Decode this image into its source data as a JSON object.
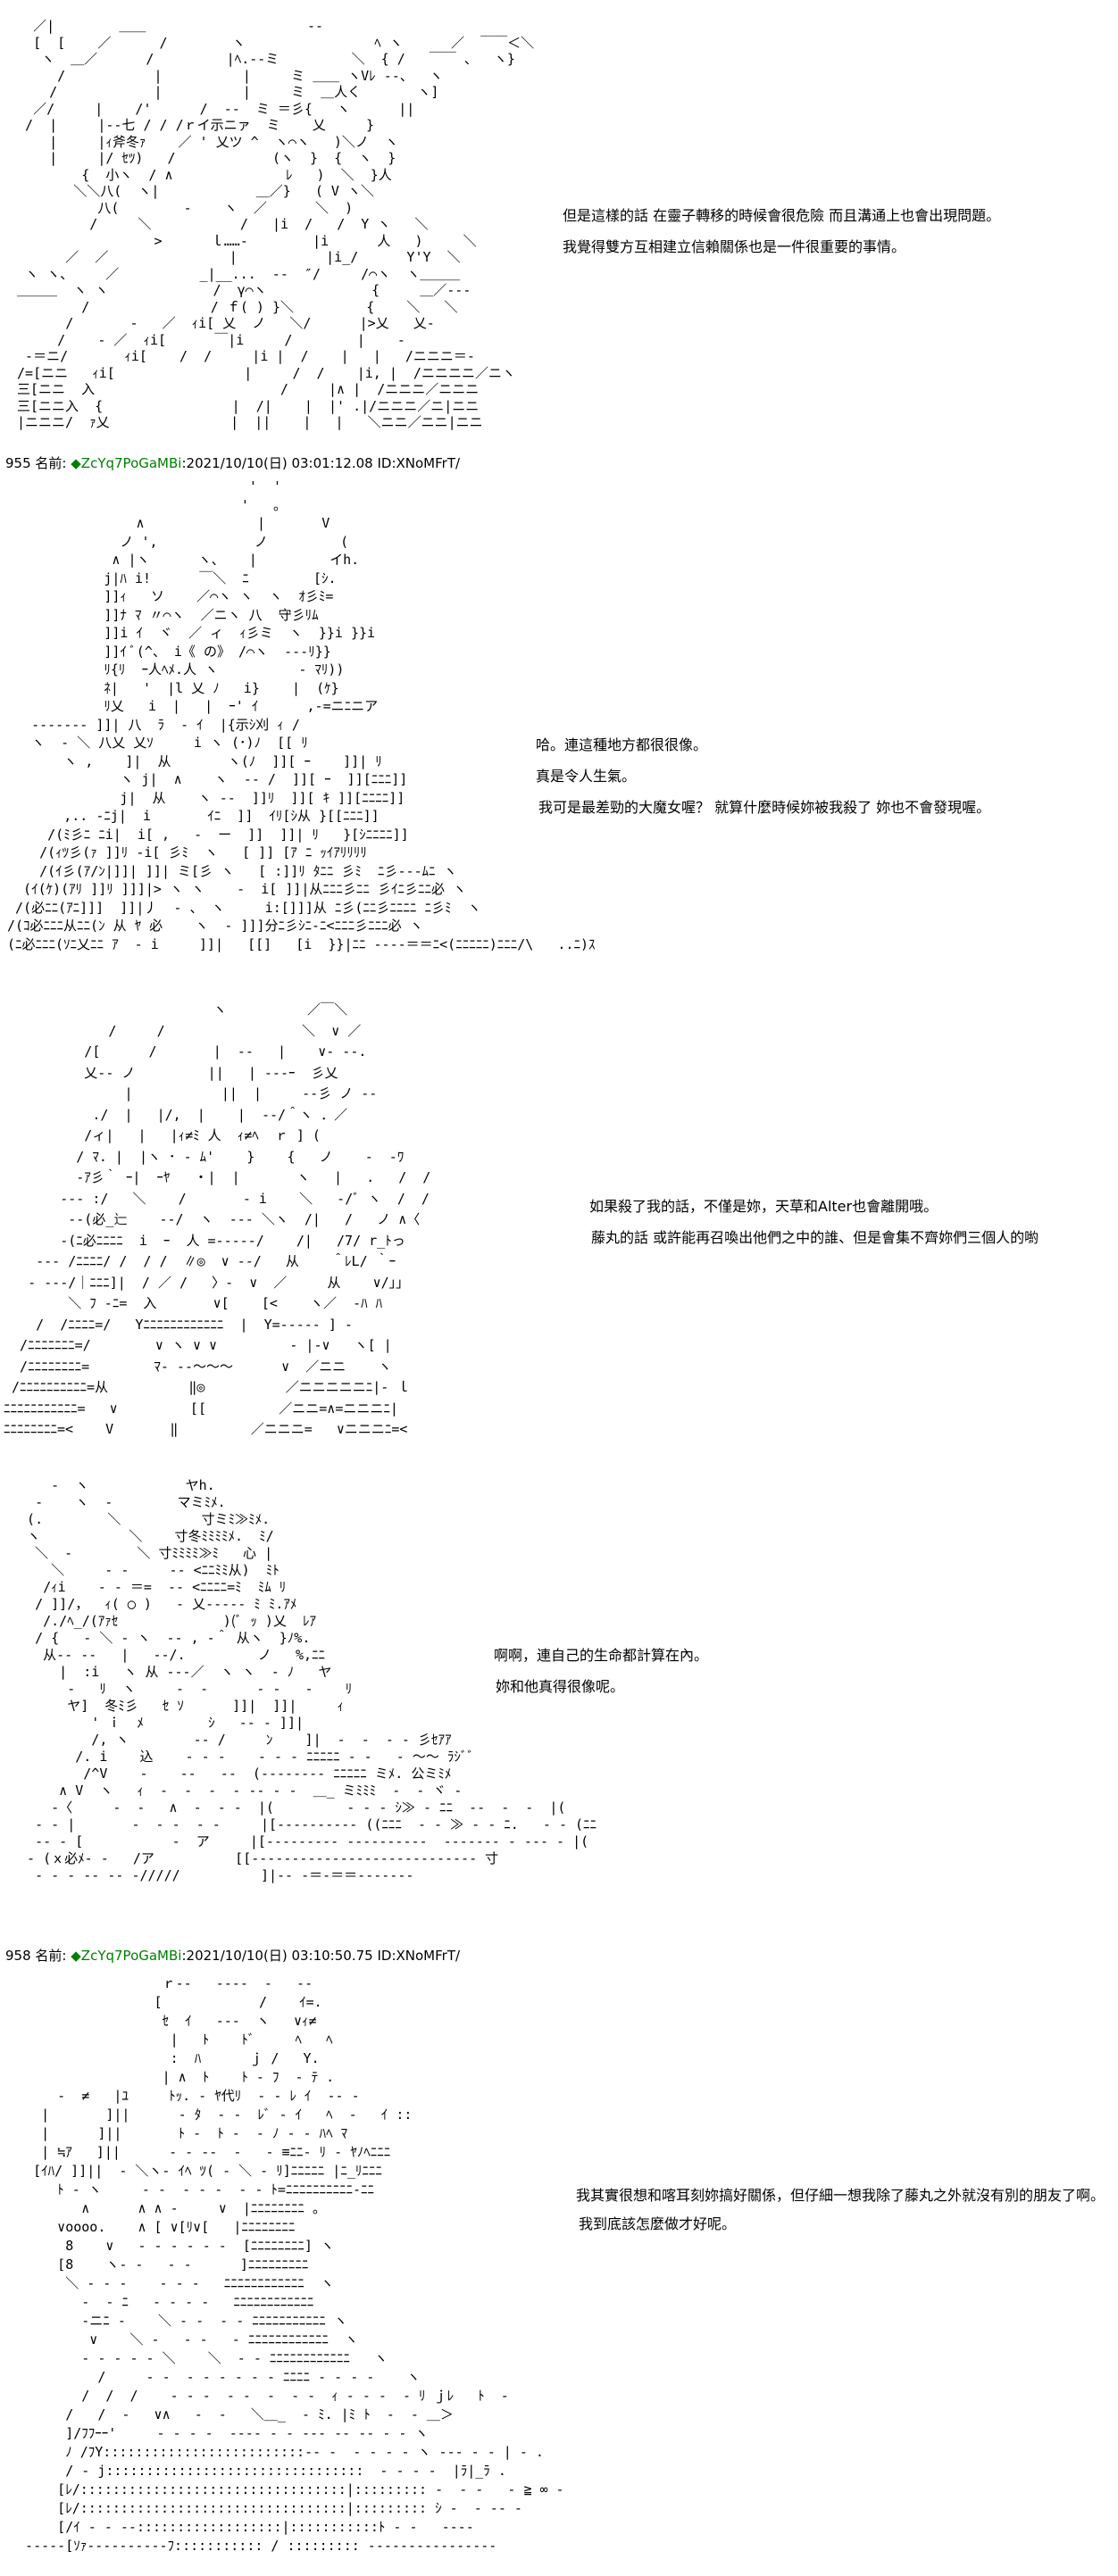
{
  "posts": [
    {
      "art": [
        "   ／|        ＿＿                    ‐‐",
        "   [  [    ／      /        ヽ                ﾍ ヽ      ／  ￣￣＜＼",
        "    ヽ  ＿／      /         |ﾍ.‐‐ミ         ＼  { /   ￣￣ 、  ヽ}",
        "      /           |          |     ミ ＿＿ ヽVﾚ ‐‐、  ヽ",
        "     /            |          |     ミ  ＿人く       ヽ]",
        "   ／/     |    /'      /  ‐‐  ミ ＝彡{   ヽ      ||",
        "  /  |     |‐‐七 / / /ｒイ示ニァ  ミ    乂     }",
        "     |     |ｨ斧冬ｧ    ／ ' 乂ツ ^  ヽ⌒ヽ   )＼ノ  ヽ",
        "     |     |/ ｾﾂ)   /            (ヽ  }  {  ヽ  }",
        "         {  小ヽ  / ∧              ﾚ   )  ＼  }人",
        "        ＼＼八(  ヽ|            ＿／}   ( V ヽ＼",
        "           八(        -    ヽ  ／      ＼  )",
        "          /     ＼           /   |i  /   /  Y ヽ   ＼",
        "                  >      ｌ……-        |i      人   )     ＼",
        "       ／  ／               |           |i_/      Y'Y  ＼",
        "  ヽ ヽ、    ／          _|__...  ‐‐  ″/     /⌒ヽ  ヽ＿＿＿",
        " ＿＿＿  ヽ ヽ             /  γ⌒ヽ             {     ＿／‐‐‐",
        "         /               / ｆ( ) }＼         {    ＼   ＼",
        "       /       ‐   ／  ｨi[ 乂  ノ   ＼/      |>乂   乂‐",
        "      /    ‐ ／  ｨi[      ￣|i     /        |    ‐",
        "  ‐＝ニ/       ｨi[    /  /     |i |  /    |   |   /ニニニ＝‐",
        " /=[ニニ   ｨi[                |     /  /    |i, |  /ニニニニ／ニヽ",
        " 三[ニニ  入                       /     |∧ |  /ニニニ／ニニニ",
        " 三[ニニ入  {                |  /|    |  |' .|/ニニニ／ニ|ニニ",
        " |ニニニ/  ｧ乂               |  ||    |   |   ＼ニニ／ニニ|ニニ"
      ],
      "lines": [
        "但是這樣的話 在靈子轉移的時候會很危險 而且溝通上也會出現問題。",
        "我覺得雙方互相建立信賴關係也是一件很重要的事情。"
      ]
    },
    {
      "header": {
        "number": "955",
        "name_label": "名前:",
        "trip": "◆ZcYq7PoGaMBi",
        "datetime": ":2021/10/10(日) 03:01:12.08",
        "id": "ID:XNoMFrT/"
      },
      "art": [
        "                              '  '",
        "                             '   。",
        "                ∧              |       V",
        "              ノ ',            ノ         (",
        "             ∧ |ヽ      ヽ、   |         イh.",
        "            j|ﾊ i!      ￣＼  ﾆ        [ｼ.",
        "            ]]ｨ   ソ    ／⌒ヽ ヽ  ヽ  ｵ彡ﾐ=",
        "            ]]ﾅ ﾏ 〃⌒ヽ  ／ニヽ 八  守彡ﾘﾑ",
        "            ]]i ｲ  ヾ  ／ ィ  ｨ彡ミ  ヽ  }}i }}i",
        "            ]]ｲ ﾞ(^、 i《 の》 /⌒ヽ  ‐‐‐ﾘ}}",
        "            ﾘ{ﾘ  ｰ人ﾍﾒ.人 ヽ          ‐ ﾏﾘ))",
        "            ﾈ|   '  |l 乂 ﾉ   i}    |  (ｹ}",
        "            ﾘ乂   i  |   |  ｰ' ｲ      ,‐=ニﾆニア",
        "   ‐‐‐‐‐‐‐ ]]| 八  ﾗ  ‐ ｲ  |{示ｼ刈 ｨ /",
        "   ヽ  ‐ ＼ 八乂 乂ｿ     i ヽ (･)ﾉ  [[ ﾘ",
        "       ヽ ,    ]|  从       ヽ(ﾉ  ]][ ｰ    ]]| ﾘ",
        "              ヽ j|  ∧    ヽ  ‐‐ /  ]][ ｰ  ]][ﾆﾆﾆ]]",
        "              j|  从    ヽ ‐‐  ]]ﾘ  ]][ ｷ ]][ﾆﾆﾆﾆ]]",
        "       ,.. ‐ﾆj|  i       ｲﾆ  ]]  ｲﾘ[ｼ从 }[[ﾆﾆﾆ]]",
        "     /(ﾐ彡ﾆ ﾆi|  i[ ,   ‐  ー  ]]  ]]| ﾘ   }[ｼﾆﾆﾆﾆ]]",
        "    /(ｨﾂ彡(ｧ ]]ﾘ ‐i[ 彡ﾐ  ヽ   [ ]] [ｱ ﾆ ｯｲｱﾘﾘﾘﾘ",
        "    /(ｲ彡(ｱ/ﾝ|]]| ]]| ミ[彡 ヽ   [ :]]ﾘ ﾀﾆﾆ 彡ﾐ  ﾆ彡‐‐‐ﾑﾆ ヽ",
        "  (ｲ(ｹ)(ｱﾘ ]]ﾘ ]]]|> ヽ ヽ    ‐  i[ ]]|从ﾆﾆﾆ彡ﾆﾆ 彡ｲﾆ彡ﾆﾆ必 ヽ",
        " /(必ﾆﾆ(ｱﾆ]]]  ]]|丿  ‐ 、 ヽ     i:[]]]从 ﾆ彡(ﾆﾆ彡ﾆﾆﾆﾆ ﾆ彡ﾐ  ヽ",
        "/(ｺ必ﾆﾆﾆ从ﾆﾆ(ﾝ 从 ﾔ 必    ヽ  ‐ ]]]分ﾆ彡ｼﾆ‐ﾆ<ﾆﾆﾆ彡ﾆﾆﾆ必 ヽ",
        "(ﾆ必ﾆﾆﾆ(ｿﾆ乂ﾆﾆ ｱ  ‐ i     ]]|   [[]   [i  }}|ﾆﾆ ‐‐‐‐＝＝ﾆ<(ﾆﾆﾆﾆﾆ)ﾆﾆﾆ/\\   ..ﾆ)ｽ"
      ],
      "lines": [
        "哈。連這種地方都很很像。",
        "真是令人生氣。",
        "我可是最差勁的大魔女喔？ 就算什麼時候妳被我殺了 妳也不會發現喔。"
      ]
    },
    {
      "art": [
        "                          ヽ          ／￣＼",
        "             /     /                 ＼  ∨ ／",
        "          /[      /       |  ‐‐   |    ∨‐ ‐‐.",
        "          乂‐‐ ノ         ||   | ‐‐-ｰ  彡乂",
        "               |           ||  |     ‐‐彡 ノ ‐‐",
        "           ./  |   |/,  |    |  ‐‐/＾ヽ ．／",
        "          /ィ|   |   |ｨ≠ﾐ 人  ｨ≠ﾍ  ｒ ] (",
        "         / ﾏ. |  |ヽ ･ ‐ ﾑ'    }    {   ノ    ‐  -ﾜ",
        "         ‐ｱ彡｀ ｰ|  ｰﾔ   ・|  |       ヽ   |   .   /  /",
        "       ‐‐‐ :/   ＼    /       ‐ i    ＼   ‐/ﾞ ヽ  /  /",
        "        ‐‐(必_辷    ‐‐/  ヽ  ‐‐‐ ＼ヽ  /|   /   ノ ∧〈",
        "       ‐(ﾆ必ﾆﾆﾆﾆ  i  ｰ  人 =-‐‐-‐/    /|   /7/ r_ﾄっ",
        "    ‐‐‐ /ﾆﾆﾆﾆ/ /  / /  ∥◎  ∨ ‐‐/   从    ＾ﾚL/ ｀ｰ",
        "   ‐ ‐‐‐/｜ﾆﾆﾆ]|  / ／ /   〉‐  ∨  ／     从    ∨/」」",
        "        ＼ ﾌ ‐ﾆ=  入       ∨[    [<    ヽ／  ‐ﾊ ﾊ  ",
        "    /  /ﾆﾆﾆﾆ=/   Yﾆﾆﾆﾆﾆﾆﾆﾆﾆﾆﾆﾆ  |  Y=‐‐‐‐‐ ] ‐",
        "  /ﾆﾆﾆﾆﾆﾆﾆ=/        ∨ ヽ ∨ ∨         ‐ |‐∨   ヽ[ |",
        "  /ﾆﾆﾆﾆﾆﾆﾆﾆ=        ﾏ‐ ‐‐〜〜〜      ∨  ／ニニ    ヽ",
        " /ﾆﾆﾆﾆﾆﾆﾆﾆﾆﾆ=从          ‖◎          ／ニニニニニﾆ|‐ ｌ",
        "ﾆﾆﾆﾆﾆﾆﾆﾆﾆﾆﾆ=   ∨         [[         ／ニニ=∧=ニニニﾆ| ",
        "ﾆﾆﾆﾆﾆﾆﾆﾆ=<    V       ‖         ／ニニニ=   ∨ニニニﾆ=<"
      ],
      "lines": [
        "如果殺了我的話，不僅是妳，天草和Alter也會離開哦。",
        "藤丸的話 或許能再召喚出他們之中的誰、但是會集不齊妳們三個人的喲"
      ]
    },
    {
      "art": [
        "     ‐  ヽ            ヤh.",
        "   ‐    ヽ  ‐        マミﾐﾒ.",
        "  (.        ＼          寸ミﾐ≫ﾐﾒ.",
        "  ヽ           ＼    寸冬ﾐﾐﾐﾐﾒ.  ﾐ/",
        "   ＼  ‐        ＼ 寸ﾐﾐﾐﾐ≫ﾐ   心 |",
        "     ＼     ‐ ‐     ‐‐ <ﾆﾆﾐﾐ从)  ﾐﾄ",
        "    /ｨi    ‐ ‐ ＝=  ‐‐ <ﾆﾆﾆﾆ=ﾐ  ﾐﾑ ﾘ",
        "   / ]]/，  ｨ( ◯ )   ‐ 乂‐‐‐‐‐ ﾐ ﾐ.ｱﾒ",
        "    /./ﾍ_/(ｱｧｾ             )(ﾞ ｯ )乂  ﾚｱ",
        "   / {   ‐ ＼ ‐ ヽ  ‐‐ , ‐＾ 从ヽ  }ﾉ%.",
        "    从‐‐ ‐‐   |   ‐‐/.         ノ   %,ﾆﾆ",
        "      |  :i   ヽ 从 ‐‐-／  ヽ ヽ  ‐ ﾉ   ヤ",
        "       ‐   ﾘ  ヽ     ‐  ‐      ‐ ‐   ‐    ﾘ",
        "       ヤ]  冬ﾐ彡   ｾ ｿ      ]]|  ]]|     ｨ",
        "          ' ｉ  ﾒ        ｼ   ‐‐ ‐ ]]|",
        "          /, ヽ        ‐‐ /     ﾝ    ]|  ‐  ‐  ‐ ‐ 彡ｾｱｱ",
        "        /. i    込    ‐ ‐ ‐    ‐ ‐ ‐ ﾆﾆﾆﾆﾆ ‐ ‐   ‐ 〜〜 ﾗｼﾞﾞ",
        "         /^V    ‐    ‐‐   ‐‐  (‐‐‐‐‐‐‐‐ ﾆﾆﾆﾆﾆ ミﾒ. 公ミﾐﾒ",
        "      ∧ V  ヽ   ｨ  ‐  ‐  ‐  ‐ ‐‐ ‐ ‐  ＿_ ミﾐﾐﾐ  ‐  ‐ ヾ ‐",
        "     ‐〈     ‐  ‐   ∧  ‐  ‐ ‐  |(         ‐ ‐ ‐ ｼ≫ ‐ ﾆﾆ  ‐‐  ‐  ‐  |(",
        "   ‐ ‐ |       ‐  ‐ ‐  ‐ ‐     |[‐‐‐‐‐‐‐‐‐‐ ((ﾆﾆﾆ  ‐ ‐ ≫ ‐ ‐ ﾆ.   ‐ ‐ (ﾆﾆ",
        "   ‐‐ ‐ [           ‐  ア     |[‐‐‐‐‐‐‐‐‐ ‐‐‐‐‐‐‐‐‐‐  ‐‐‐‐‐‐‐ ‐ ‐‐‐ ‐ |(",
        "  ‐ (ｘ必ﾒ‐ ‐   /ア          [[‐‐‐‐‐‐‐‐‐‐‐‐‐‐‐‐‐‐‐‐‐‐‐‐‐‐‐‐ 寸",
        "   ‐ ‐ ‐ ‐‐ ‐‐ ‐/////          ]|‐‐ ‐＝‐＝＝‐‐‐‐‐‐‐"
      ],
      "lines": [
        "啊啊，連自己的生命都計算在內。",
        "妳和他真得很像呢。"
      ]
    },
    {
      "header": {
        "number": "958",
        "name_label": "名前:",
        "trip": "◆ZcYq7PoGaMBi",
        "datetime": ":2021/10/10(日) 03:10:50.75",
        "id": "ID:XNoMFrT/"
      },
      "art": [
        "                   ｒ‐‐   ‐‐‐‐  ‐   ‐‐",
        "                  [            /    ｲ=.",
        "                   ｾ  ｲ   ‐‐‐  ヽ   ∨ｨ≠",
        "                    |   ﾄ    ﾄﾞ     ﾍ   ﾍ",
        "                    :  ﾊ      ｊ /   Y.",
        "                   | ∧  ﾄ    ﾄ ‐ ﾌ  ‐ ﾃ .",
        "      ‐  ≠   |ﾕ     ﾄｯ. ‐ ﾔ代ﾘ  ‐ ‐ ﾚ ｲ  ‐‐ ‐",
        "    |       ]||      ‐ ﾀ  ‐ ‐  ﾚﾞ ‐ ｲ   ﾍ  ‐   ｲ ::",
        "    |      ]||       ﾄ ‐  ﾄ ‐  ‐ ﾉ ‐ ‐ ﾊﾍ ﾏ",
        "    | ≒ｱ   ]||      ‐ ‐ ‐‐  ‐   ‐ ≡ﾆﾆ‐ ﾘ ‐ ﾔﾉﾍﾆﾆﾆ",
        "   [ｲﾊ/ ]]||  ‐ ＼ヽ‐ ｲﾍ ﾂ( ‐ ＼ ‐ ﾘ]ﾆﾆﾆﾆﾆ |ﾆ_ﾘﾆﾆﾆ",
        "      ﾄ ‐ ヽ     ‐ ‐  ‐ ‐ ‐  ‐ ‐ ﾄ=ﾆﾆﾆﾆﾆﾆﾆﾆﾆﾆ‐ﾆﾆ",
        "         ∧      ∧ ∧ ‐     ∨  |ﾆﾆﾆﾆﾆﾆﾆﾆ 。",
        "      ∨oooo.    ∧ [ ∨[ﾘ∨[   |ﾆﾆﾆﾆﾆﾆﾆﾆ",
        "       8    ∨   ‐ ‐ ‐ ‐ ‐ ‐  [ﾆﾆﾆﾆﾆﾆﾆﾆ] ヽ",
        "      [8    ヽ‐ ‐   ‐ ‐      ]ﾆﾆﾆﾆﾆﾆﾆﾆﾆ",
        "       ＼ ‐ ‐ ‐    ‐ ‐ ‐   ﾆﾆﾆﾆﾆﾆﾆﾆﾆﾆﾆﾆ  ヽ",
        "         ‐  ‐ ﾆ   ‐ ‐ ‐ ‐   ﾆﾆﾆﾆﾆﾆﾆﾆﾆﾆﾆﾆ",
        "         ‐ニﾆ ‐    ＼ ‐ ‐  ‐ ‐ ﾆﾆﾆﾆﾆﾆﾆﾆﾆﾆﾆ ヽ",
        "          ∨    ＼ ‐   ‐ ‐   ‐ ﾆﾆﾆﾆﾆﾆﾆﾆﾆﾆﾆﾆ  ヽ",
        "         ‐ ‐ ‐ ‐ ‐ ＼    ＼  ‐ ‐ ﾆﾆﾆﾆﾆﾆﾆﾆﾆﾆﾆﾆ   ヽ",
        "           /     ‐ ‐  ‐ ‐ ‐ ‐ ‐ ‐ ﾆﾆﾆﾆ ‐ ‐ ‐ ‐    ヽ",
        "         /  /  /    ‐ ‐ ‐  ‐ ‐  ‐  ‐ ‐  ｨ ‐ ‐ ‐  ‐ ﾘ ｊﾚ   ﾄ  ‐",
        "       /   /  ‐   ∨∧   ‐  ‐   ＼＿_  ‐ ﾐ. |ﾐ ﾄ  ‐  ‐ ＿＞",
        "       ]/ﾌﾌｰｰ'     ‐ ‐ ‐ ‐  ‐‐‐‐ ‐ ‐ ‐‐‐ ‐‐ ‐‐ ‐ ‐ ヽ",
        "       ﾉ /ﾌY:::::::::::::::::::::::::‐‐ ‐  ‐ ‐ ‐ ‐ ヽ ‐‐‐ ‐ ‐ | ‐ .",
        "       / ‐ j::::::::::::::::::::::::::::::::  ‐ ‐ ‐ ‐  |ﾗ|_ﾗ .",
        "      [ﾚ/:::::::::::::::::::::::::::::::::|::::::::: ‐  ‐ ‐   ‐ ≧ ∞ ‐",
        "      [ﾚ/:::::::::::::::::::::::::::::::::|::::::::: ｼ ‐  ‐ ‐‐ ‐",
        "      [/ｲ ‐ ‐ ‐‐::::::::::::::::::|:::::::::::ﾄ ‐ ‐   ‐‐‐‐",
        "  ‐‐‐‐‐[ｿｧ‐‐‐‐‐‐‐‐‐‐ﾌ::::::::::: / ::::::::: ‐‐‐‐‐‐‐‐‐‐‐‐‐‐‐‐"
      ],
      "lines": [
        "我其實很想和喀耳刻妳搞好關係，但仔細一想我除了藤丸之外就沒有別的朋友了啊。",
        "我到底該怎麼做才好呢。"
      ]
    }
  ]
}
